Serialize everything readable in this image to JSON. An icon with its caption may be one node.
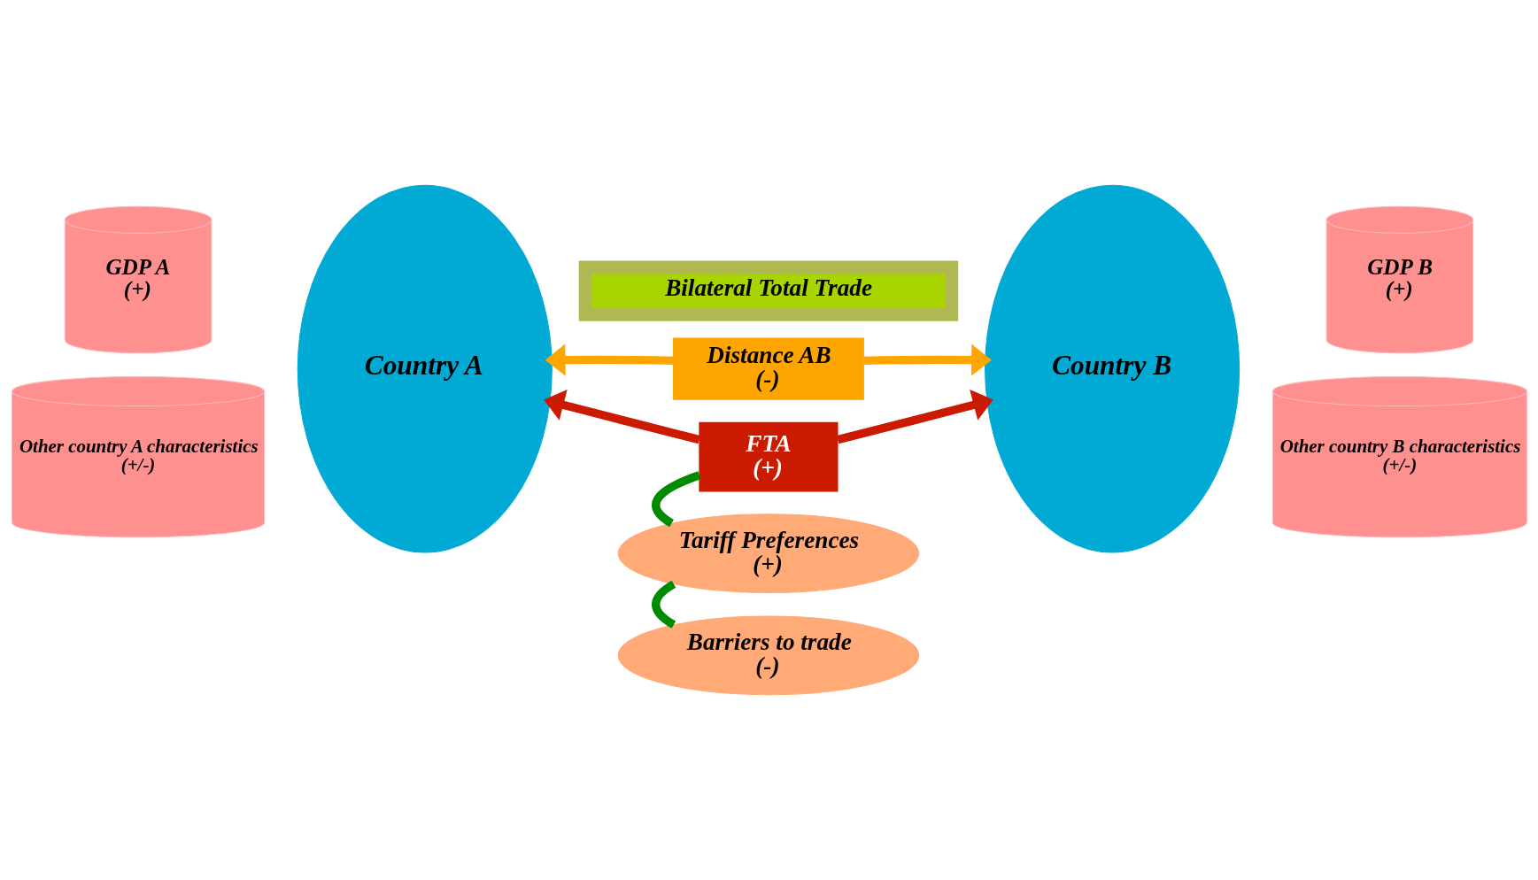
{
  "diagram": {
    "nodes": [
      {
        "text": [
          "Bilateral Total Trade"
        ]
      },
      {
        "text": [
          "GDP A",
          "(+)"
        ]
      },
      {
        "text": [
          "Country A"
        ]
      },
      {
        "text": [
          "Other country A characteristics",
          "(+/-)"
        ]
      },
      {
        "text": [
          "Distance AB",
          "(-)"
        ]
      },
      {
        "text": [
          "FTA",
          "(+)"
        ]
      },
      {
        "text": [
          "Tariff Preferences",
          "(+)"
        ]
      },
      {
        "text": [
          "Barriers to trade",
          "(-)"
        ]
      },
      {
        "text": [
          "Country B"
        ]
      },
      {
        "text": [
          "GDP B",
          "(+)"
        ]
      },
      {
        "text": [
          "Other country B characteristics",
          "(+/-)"
        ]
      }
    ],
    "edges": [
      {
        "from": 4,
        "to": 2,
        "arrow": "to",
        "color": "#ffa500"
      },
      {
        "from": 4,
        "to": 8,
        "arrow": "to",
        "color": "#ffa500"
      },
      {
        "from": 5,
        "to": 2,
        "arrow": "to",
        "color": "#cc1a00"
      },
      {
        "from": 5,
        "to": 8,
        "arrow": "to",
        "color": "#cc1a00"
      },
      {
        "from": 5,
        "to": 6,
        "arrow": "none",
        "color": "#008a00"
      },
      {
        "from": 6,
        "to": 7,
        "arrow": "none",
        "color": "#008a00"
      }
    ]
  }
}
